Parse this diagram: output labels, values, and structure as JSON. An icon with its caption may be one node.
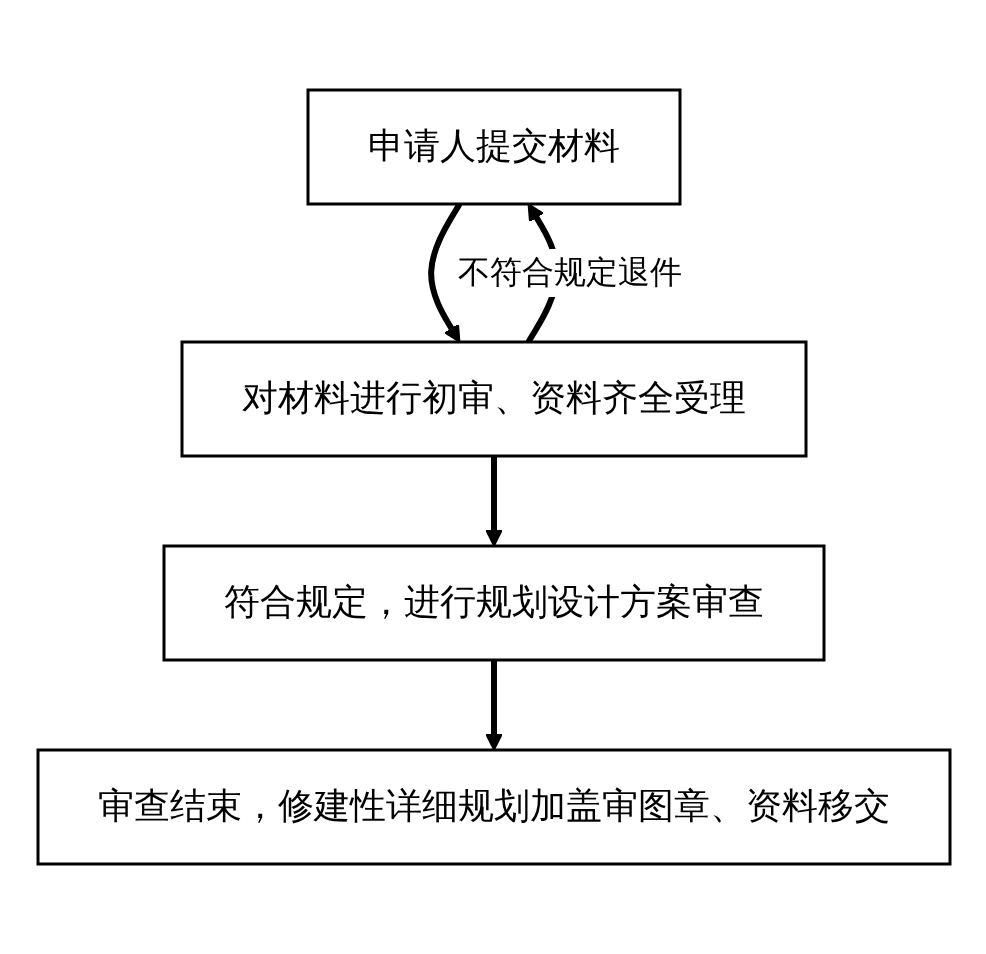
{
  "diagram": {
    "nodes": [
      {
        "text": [
          "申请人提交材料"
        ]
      },
      {
        "text": [
          "对材料进行初审、资料齐全受理"
        ]
      },
      {
        "text": [
          "符合规定，进行规划设计方案审查"
        ]
      },
      {
        "text": [
          "审查结束，修建性详细规划加盖审图章、资料移交"
        ]
      }
    ],
    "edges": [
      {
        "from": 0,
        "to": 1,
        "arrow": "to"
      },
      {
        "from": 1,
        "to": 0,
        "arrow": "to",
        "label": "不符合规定退件"
      },
      {
        "from": 1,
        "to": 2,
        "arrow": "to"
      },
      {
        "from": 2,
        "to": 3,
        "arrow": "to"
      }
    ]
  }
}
